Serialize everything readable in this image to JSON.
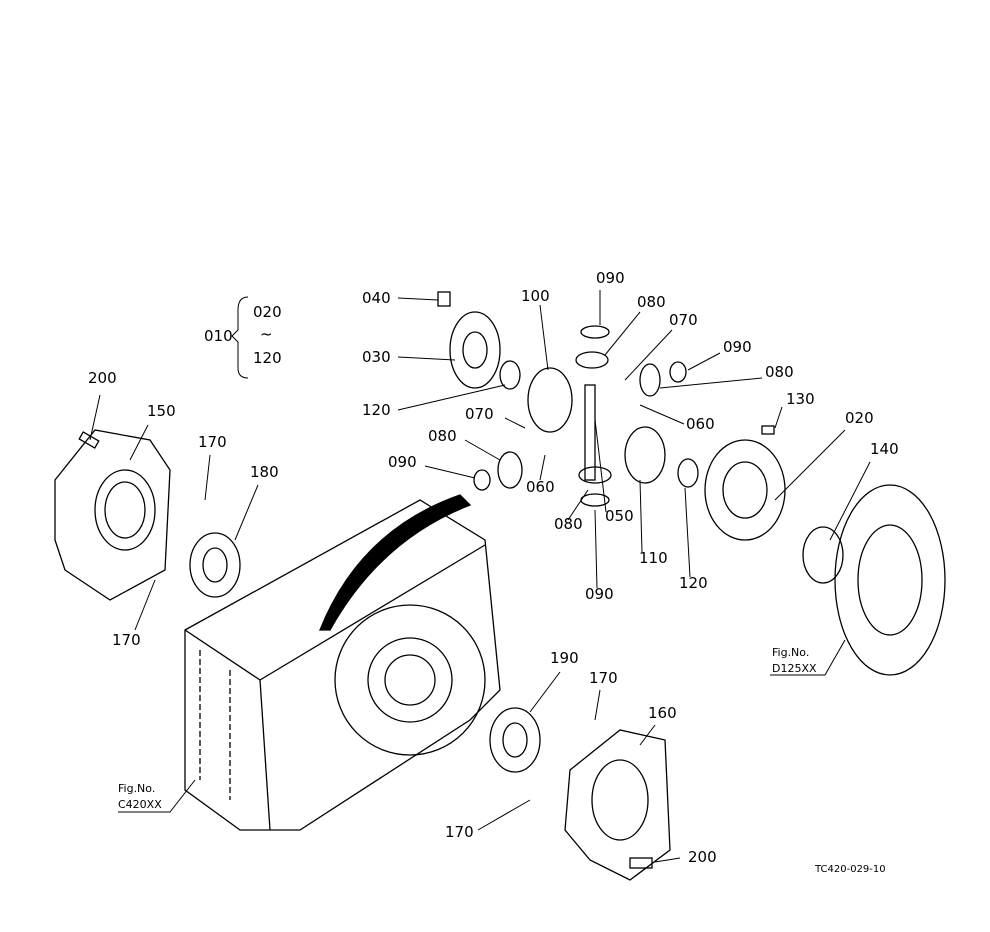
{
  "diagram": {
    "labels": [
      "040",
      "100",
      "090",
      "080",
      "070",
      "090",
      "080",
      "030",
      "120",
      "070",
      "060",
      "130",
      "020",
      "140",
      "080",
      "090",
      "060",
      "050",
      "080",
      "110",
      "120",
      "090",
      "200",
      "150",
      "170",
      "180",
      "170",
      "190",
      "170",
      "160",
      "170",
      "200"
    ],
    "group": {
      "parent": "010",
      "from": "020",
      "tilde": "~",
      "to": "120"
    },
    "fig_refs": [
      {
        "line1": "Fig.No.",
        "line2": "D125XX"
      },
      {
        "line1": "Fig.No.",
        "line2": "C420XX"
      }
    ],
    "drawing_code": "TC420-029-10"
  }
}
